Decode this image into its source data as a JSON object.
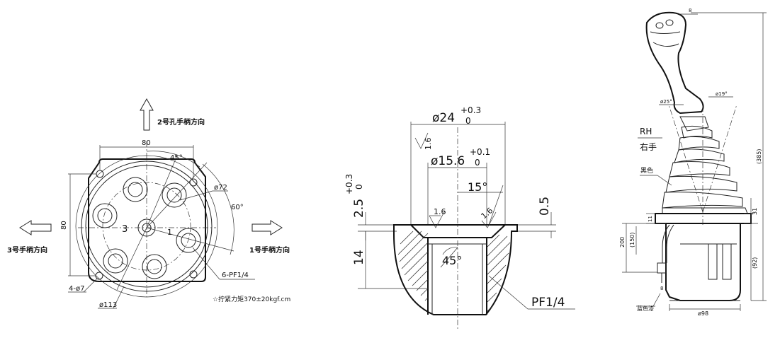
{
  "left_view": {
    "arrow_up_label": "2号孔手柄方向",
    "arrow_left_label": "3号手柄方向",
    "arrow_right_label": "1号手柄方向",
    "dim_width": "80",
    "dim_height": "80",
    "angle_45": "45°",
    "angle_60": "60°",
    "dia_72": "ø72",
    "holes_label": "4-ø7",
    "ports_label": "6-PF1/4",
    "dia_113": "ø113",
    "torque_note": "☆拧紧力矩370±20kgf.cm"
  },
  "middle_view": {
    "dia_24": "ø24",
    "dia_24_tol_upper": "+0.3",
    "dia_24_tol_lower": "0",
    "dia_15_6": "ø15.6",
    "dia_15_6_tol_upper": "+0.1",
    "dia_15_6_tol_lower": "0",
    "depth_2_5": "2.5",
    "depth_2_5_tol_upper": "+0.3",
    "depth_2_5_tol_lower": "0",
    "dim_0_5": "0.5",
    "dim_14": "14",
    "angle_15": "15°",
    "angle_45": "45°",
    "roughness_1": "1.6",
    "roughness_2": "1.6",
    "roughness_3": "1.6",
    "thread_label": "PF1/4"
  },
  "right_view": {
    "top_dim": "8",
    "dia_19": "ø19°",
    "dia_25": "ø25°",
    "rh": "RH",
    "right_hand": "右手",
    "black": "黑色",
    "dim_385": "(385)",
    "dim_31": "31",
    "dim_11": "11",
    "dim_150": "(150)",
    "dim_200": "200",
    "dim_92": "(92)",
    "dim_8": "8",
    "dia_98": "ø98",
    "blue_paint": "蓝色漆"
  }
}
